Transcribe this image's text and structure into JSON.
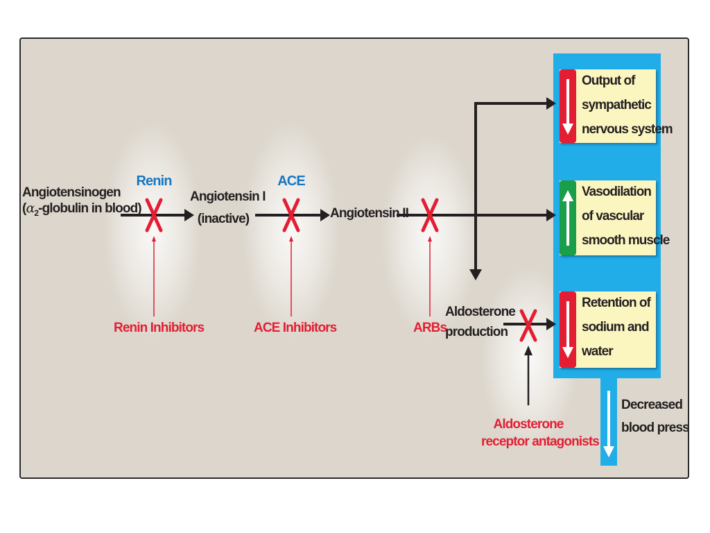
{
  "pathway": {
    "substrate_line1": "Angiotensinogen",
    "substrate_line2_alpha": "α",
    "substrate_line2_sub": "2",
    "substrate_line2_rest": "-globulin in blood)",
    "substrate_line2_open": "(",
    "enzyme1": "Renin",
    "product1_line1": "Angiotensin I",
    "product1_line2": "(inactive)",
    "enzyme2": "ACE",
    "product2": "Angiotensin II",
    "aldosterone_line1": "Aldosterone",
    "aldosterone_line2": "production"
  },
  "inhibitors": {
    "renin_inhibitors": "Renin Inhibitors",
    "ace_inhibitors": "ACE Inhibitors",
    "arbs": "ARBs",
    "aldosterone_antagonists_line1": "Aldosterone",
    "aldosterone_antagonists_line2": "receptor antagonists"
  },
  "effects": [
    {
      "direction": "down",
      "color": "#e31e33",
      "lines": [
        "Output of",
        "sympathetic",
        "nervous system"
      ]
    },
    {
      "direction": "up",
      "color": "#1a9e4a",
      "lines": [
        "Vasodilation",
        "of vascular",
        "smooth muscle"
      ]
    },
    {
      "direction": "down",
      "color": "#e31e33",
      "lines": [
        "Retention of",
        "sodium and",
        "water"
      ]
    }
  ],
  "outcome": {
    "line1": "Decreased",
    "line2": "blood pressure"
  },
  "colors": {
    "background": "#dcd6cc",
    "effects_bar": "#21ade8",
    "effect_box": "#fbf6c0",
    "inhibitor_red": "#e31e33",
    "enzyme_blue": "#1577c2",
    "arrow_black": "#231f20"
  }
}
